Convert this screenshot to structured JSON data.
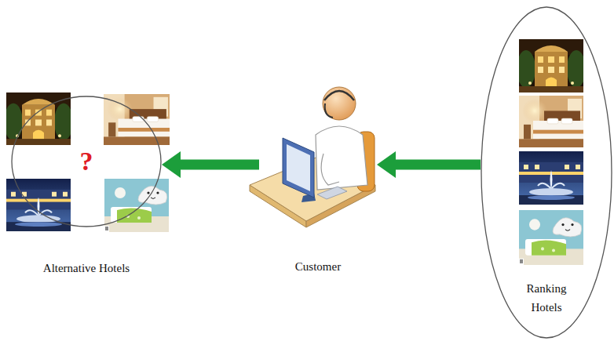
{
  "diagram": {
    "nodes": [
      {
        "text": [
          "?",
          "Alternative Hotels"
        ]
      },
      {
        "text": [
          "Customer"
        ]
      },
      {
        "text": [
          "Ranking Hotels"
        ]
      }
    ],
    "edges": [
      {
        "from": 2,
        "to": 1,
        "arrow": "to"
      },
      {
        "from": 1,
        "to": 0,
        "arrow": "to"
      }
    ]
  }
}
